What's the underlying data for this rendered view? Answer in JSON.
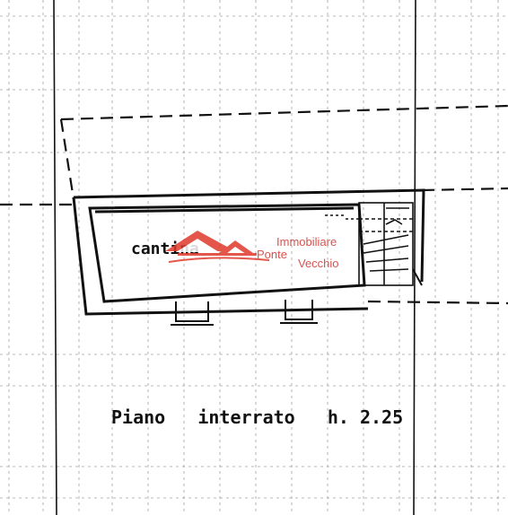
{
  "room_label": "cantina",
  "caption": "Piano   interrato   h. 2.25",
  "watermark": {
    "line1": "Immobiliare",
    "line2": "Ponte",
    "line3": "Vecchio",
    "roof_color": "#e0392b",
    "text_color": "#d9534f"
  },
  "colors": {
    "ink": "#111111",
    "grid": "#444444",
    "paper": "#ffffff"
  }
}
